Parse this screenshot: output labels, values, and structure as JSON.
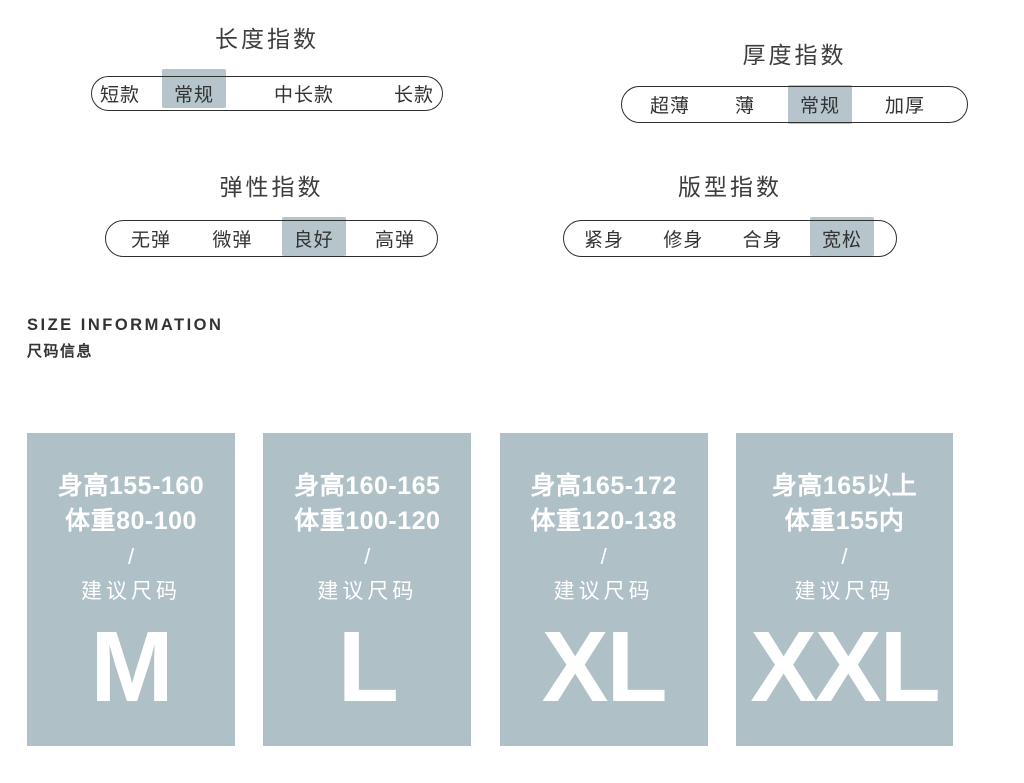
{
  "colors": {
    "page-bg": "#ffffff",
    "card-bg": "#b0c0c7",
    "pill-highlight": "#b5c5cb",
    "heading-text": "#333333",
    "index-text": "#3d3d3d",
    "pill-border": "#2f2f2f",
    "card-text": "#ffffff"
  },
  "indices": [
    {
      "id": "length",
      "title": "长度指数",
      "options": [
        "短款",
        "常规",
        "中长款",
        "长款"
      ],
      "selected": 1,
      "selected_value": "常规"
    },
    {
      "id": "thickness",
      "title": "厚度指数",
      "options": [
        "超薄",
        "薄",
        "常规",
        "加厚"
      ],
      "selected": 2,
      "selected_value": "常规"
    },
    {
      "id": "elasticity",
      "title": "弹性指数",
      "options": [
        "无弹",
        "微弹",
        "良好",
        "高弹"
      ],
      "selected": 2,
      "selected_value": "良好"
    },
    {
      "id": "fit",
      "title": "版型指数",
      "options": [
        "紧身",
        "修身",
        "合身",
        "宽松"
      ],
      "selected": 3,
      "selected_value": "宽松"
    }
  ],
  "size_section": {
    "heading_en": "SIZE INFORMATION",
    "heading_zh": "尺码信息"
  },
  "size_cards": [
    {
      "height": "身高155-160",
      "weight": "体重80-100",
      "divider": "/",
      "advice_label": "建议尺码",
      "size": "M"
    },
    {
      "height": "身高160-165",
      "weight": "体重100-120",
      "divider": "/",
      "advice_label": "建议尺码",
      "size": "L"
    },
    {
      "height": "身高165-172",
      "weight": "体重120-138",
      "divider": "/",
      "advice_label": "建议尺码",
      "size": "XL"
    },
    {
      "height": "身高165以上",
      "weight": "体重155内",
      "divider": "/",
      "advice_label": "建议尺码",
      "size": "XXL"
    }
  ]
}
